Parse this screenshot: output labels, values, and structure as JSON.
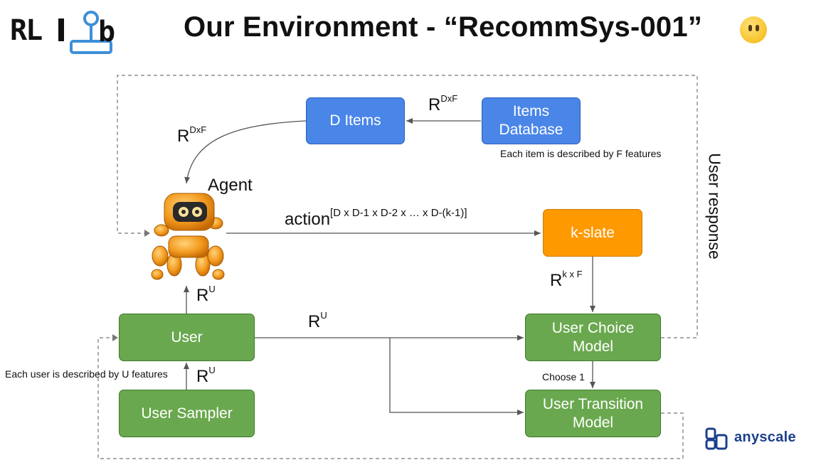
{
  "logo": {
    "text": "RLl b"
  },
  "title": "Our Environment - “RecommSys-001”",
  "emoji": "neutral-face-emoji",
  "nodes": {
    "d_items": "D Items",
    "items_database": "Items\nDatabase",
    "k_slate": "k-slate",
    "user": "User",
    "user_sampler": "User Sampler",
    "user_choice_model": "User Choice\nModel",
    "user_transition_model": "User Transition\nModel"
  },
  "labels": {
    "agent": "Agent",
    "r_dxf_top": {
      "base": "R",
      "sup": "DxF"
    },
    "r_dxf_left": {
      "base": "R",
      "sup": "DxF"
    },
    "action": {
      "base": "action",
      "sup": "[D x D-1 x D-2 x … x D-(k-1)]"
    },
    "r_kxf": {
      "base": "R",
      "sup": "k x F"
    },
    "r_u_agent": {
      "base": "R",
      "sup": "U"
    },
    "r_u_mid": {
      "base": "R",
      "sup": "U"
    },
    "r_u_sampler": {
      "base": "R",
      "sup": "U"
    },
    "choose_1": "Choose 1",
    "items_note": "Each item is described by F features",
    "users_note": "Each user is described by U features",
    "user_response": "User response"
  },
  "branding": {
    "company": "anyscale"
  },
  "colors": {
    "blue": "#4a86e8",
    "green": "#6aa84f",
    "orange": "#ff9900",
    "arrow": "#555555"
  }
}
